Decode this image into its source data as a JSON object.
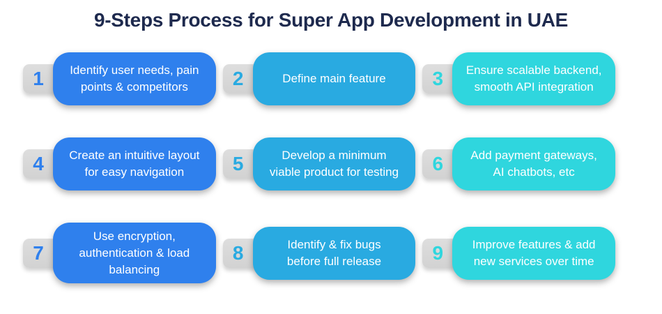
{
  "title": "9-Steps Process for Super App Development in UAE",
  "colors": {
    "title_text": "#1e2a4e",
    "tab_background": "#d9d9d9",
    "card_text": "#ffffff",
    "step_blue": "#2f80ed",
    "step_sky": "#29aae1",
    "step_cyan": "#2fd6de"
  },
  "steps": [
    {
      "number": "1",
      "label": "Identify user needs, pain\npoints & competitors",
      "color": "#2f80ed"
    },
    {
      "number": "2",
      "label": "Define main feature",
      "color": "#29aae1"
    },
    {
      "number": "3",
      "label": "Ensure scalable backend,\nsmooth API integration",
      "color": "#2fd6de"
    },
    {
      "number": "4",
      "label": "Create an intuitive layout\nfor easy navigation",
      "color": "#2f80ed"
    },
    {
      "number": "5",
      "label": "Develop a minimum\nviable product for testing",
      "color": "#29aae1"
    },
    {
      "number": "6",
      "label": "Add payment gateways,\nAI chatbots, etc",
      "color": "#2fd6de"
    },
    {
      "number": "7",
      "label": "Use encryption,\nauthentication & load\nbalancing",
      "color": "#2f80ed"
    },
    {
      "number": "8",
      "label": "Identify & fix bugs\nbefore full release",
      "color": "#29aae1"
    },
    {
      "number": "9",
      "label": "Improve features & add\nnew services over time",
      "color": "#2fd6de"
    }
  ]
}
